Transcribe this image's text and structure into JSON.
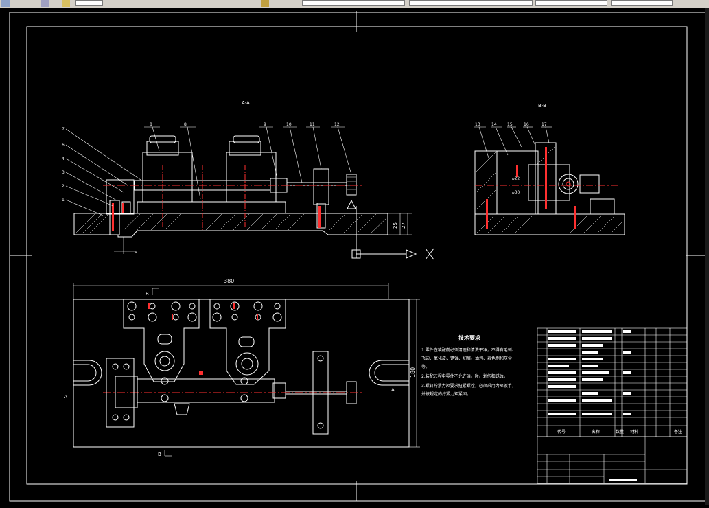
{
  "toolbar": {
    "fields": [
      "",
      "",
      "",
      "",
      ""
    ]
  },
  "drawing": {
    "view_aa_title": "A-A",
    "view_bb_title": "B-B",
    "balloons_left": [
      "7",
      "6",
      "4",
      "3",
      "2",
      "1"
    ],
    "balloons_top": [
      "8",
      "8",
      "9",
      "10",
      "11",
      "12"
    ],
    "balloons_right": [
      "13",
      "14",
      "15",
      "16",
      "17"
    ],
    "dim_width": "380",
    "dim_height": "180",
    "dim_25": "25",
    "dim_27": "27",
    "dia_22": "⌀22",
    "dia_30": "⌀30",
    "section_a": "A",
    "section_b": "B",
    "tech_title": "技术要求",
    "tech_lines": [
      "1.零件在装配前必须清理和清洗干净，不得有毛刺、",
      "飞边、氧化皮、锈蚀、切屑、油污、着色剂和灰尘",
      "等。",
      "2.装配过程中零件不允许磕、碰、划伤和锈蚀。",
      "3.螺钉拧紧力矩要求扭紧螺栓，必须采用力矩扳手，",
      "并按规定的拧紧力矩紧固。"
    ],
    "title_block": {
      "col_code": "代号",
      "col_name": "名称",
      "col_qty": "数量",
      "col_material": "材料",
      "col_note": "备注"
    }
  }
}
